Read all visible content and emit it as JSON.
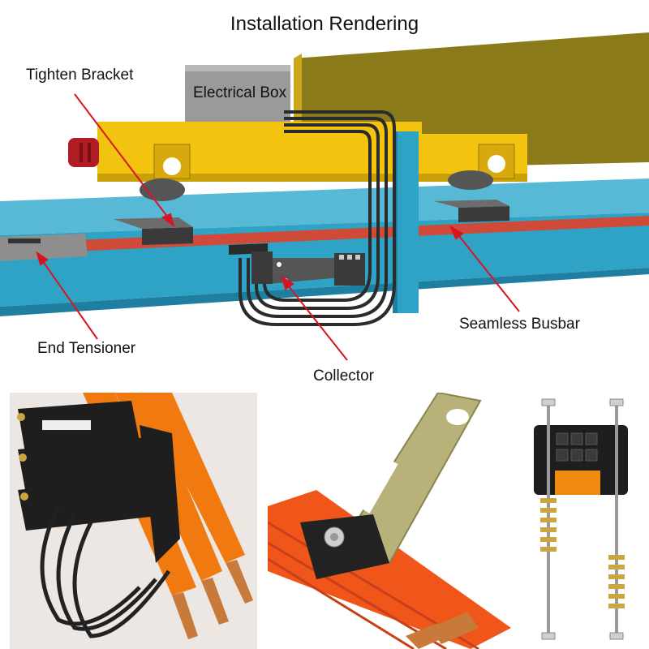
{
  "title": "Installation Rendering",
  "labels": {
    "tighten_bracket": "Tighten Bracket",
    "electrical_box": "Electrical Box",
    "end_tensioner": "End Tensioner",
    "collector": "Collector",
    "seamless_busbar": "Seamless Busbar"
  },
  "colors": {
    "rail_blue": "#2fa3c6",
    "crane_yellow": "#f2c40f",
    "girder_olive": "#8a7a1a",
    "busbar_orange": "#ef5a1a",
    "arrow_red": "#d8141e"
  }
}
